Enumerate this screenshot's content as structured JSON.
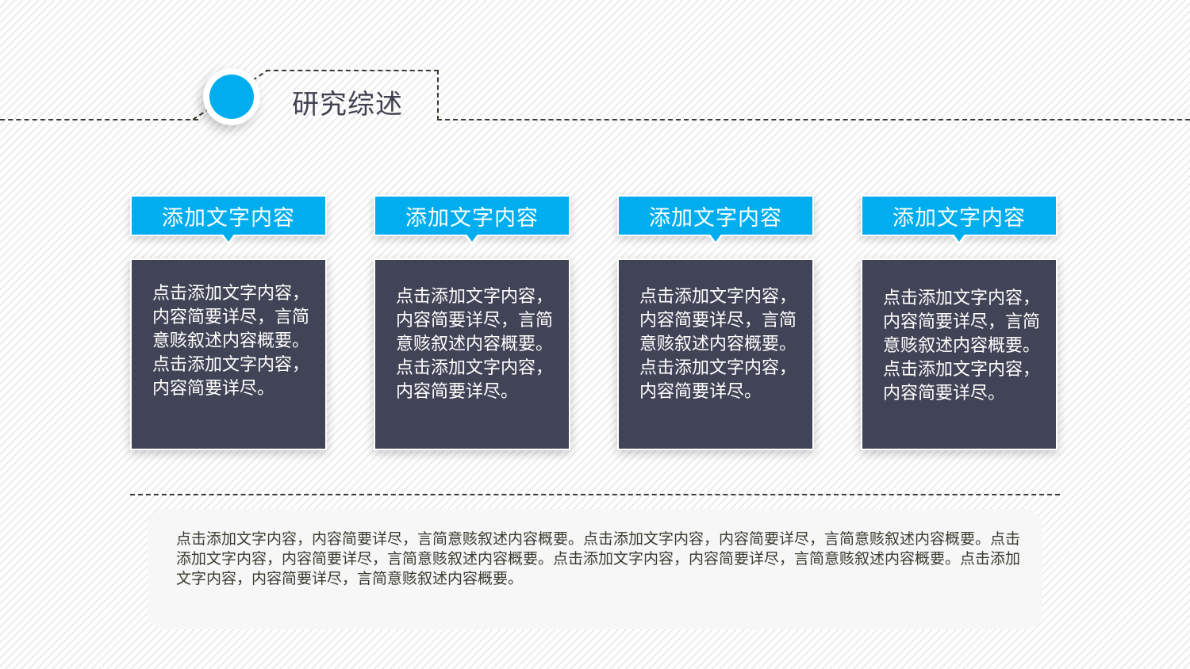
{
  "header": {
    "title": "研究综述",
    "accent_color": "#00aeef",
    "icon": "circle-bullet-icon"
  },
  "cards": [
    {
      "tab_label": "添加文字内容",
      "body": "点击添加文字内容，内容简要详尽，言简意赅叙述内容概要。点击添加文字内容，内容简要详尽。"
    },
    {
      "tab_label": "添加文字内容",
      "body": "点击添加文字内容，内容简要详尽，言简意赅叙述内容概要。点击添加文字内容，内容简要详尽。"
    },
    {
      "tab_label": "添加文字内容",
      "body": "点击添加文字内容，内容简要详尽，言简意赅叙述内容概要。点击添加文字内容，内容简要详尽。"
    },
    {
      "tab_label": "添加文字内容",
      "body": "点击添加文字内容，内容简要详尽，言简意赅叙述内容概要。点击添加文字内容，内容简要详尽。"
    }
  ],
  "summary": {
    "text": "点击添加文字内容，内容简要详尽，言简意赅叙述内容概要。点击添加文字内容，内容简要详尽，言简意赅叙述内容概要。点击添加文字内容，内容简要详尽，言简意赅叙述内容概要。点击添加文字内容，内容简要详尽，言简意赅叙述内容概要。点击添加文字内容，内容简要详尽，言简意赅叙述内容概要。"
  },
  "colors": {
    "accent": "#00aeef",
    "card_body": "#414456",
    "title_text": "#3f4150",
    "summary_bg": "#f7f7f7"
  }
}
